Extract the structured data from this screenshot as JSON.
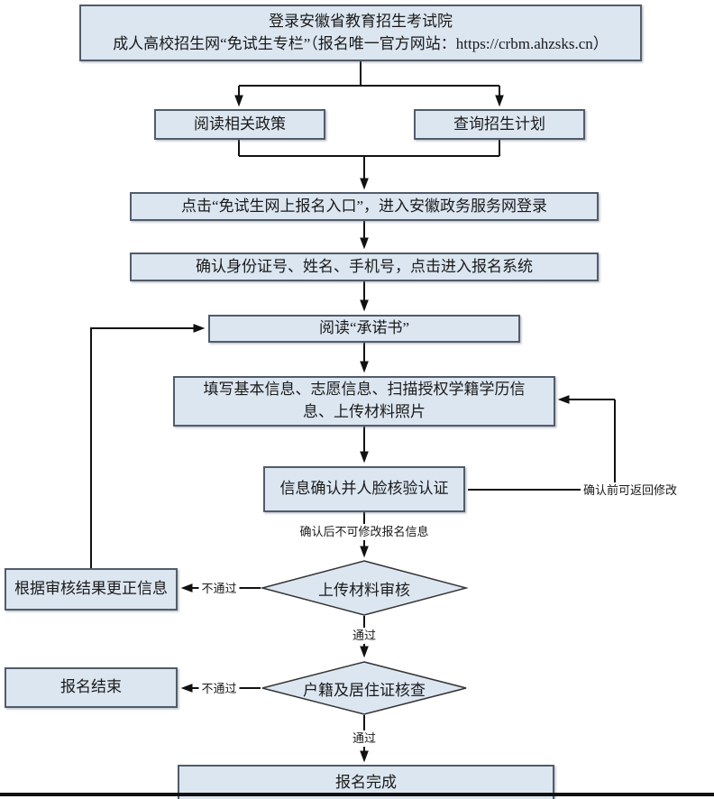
{
  "diagram": {
    "title_hint": "成人高校免试生网上报名流程图",
    "colors": {
      "node_fill": "#dce6f1",
      "node_border": "#515c6b",
      "line": "#111111",
      "background": "#ffffff"
    },
    "nodes": {
      "login": {
        "line1": "登录安徽省教育招生考试院",
        "line2": "成人高校招生网“免试生专栏”（报名唯一官方网站：https://crbm.ahzsks.cn）"
      },
      "read_policy": {
        "label": "阅读相关政策"
      },
      "query_plan": {
        "label": "查询招生计划"
      },
      "entry": {
        "label": "点击“免试生网上报名入口”，进入安徽政务服务网登录"
      },
      "confirm_identity": {
        "label": "确认身份证号、姓名、手机号，点击进入报名系统"
      },
      "commitment": {
        "label": "阅读“承诺书”"
      },
      "fill_info": {
        "label": "填写基本信息、志愿信息、扫描授权学籍学历信息、上传材料照片"
      },
      "face_verify": {
        "label": "信息确认并人脸核验认证"
      },
      "material_review": {
        "label": "上传材料审核"
      },
      "correct_info": {
        "label": "根据审核结果更正信息"
      },
      "residence_check": {
        "label": "户籍及居住证核查"
      },
      "registration_end": {
        "label": "报名结束"
      },
      "complete": {
        "label": "报名完成"
      }
    },
    "edge_labels": {
      "before_confirm": "确认前可返回修改",
      "after_confirm": "确认后不可修改报名信息",
      "material_fail": "不通过",
      "material_pass": "通过",
      "residence_fail": "不通过",
      "residence_pass": "通过"
    }
  }
}
